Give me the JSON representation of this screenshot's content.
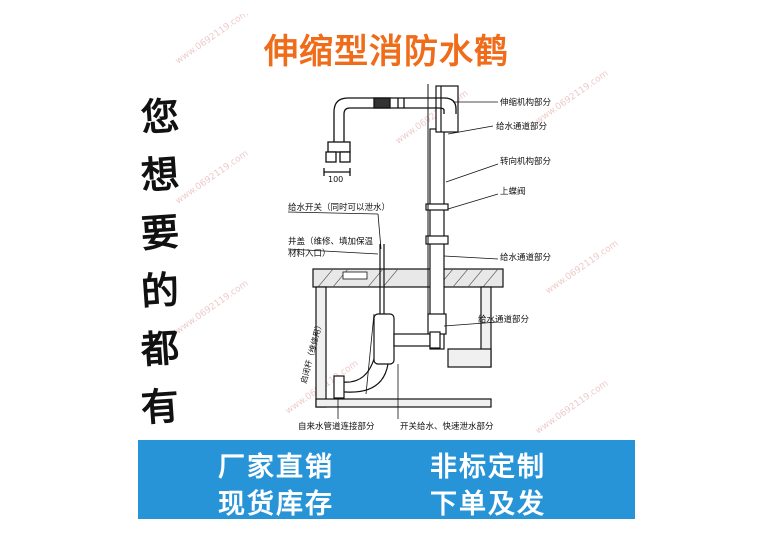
{
  "title": "伸缩型消防水鹤",
  "side_slogan": [
    "您",
    "想",
    "要",
    "的",
    "都",
    "有"
  ],
  "diagram": {
    "labels": {
      "telescopic": "伸缩机构部分",
      "water_supply_top": "给水通道部分",
      "rotation": "转向机构部分",
      "butterfly_valve": "上蝶阀",
      "water_supply_mid": "给水通道部分",
      "water_supply_low": "给水通道部分",
      "switch": "给水开关（同时可以泄水）",
      "manhole": "井盖（维修、填加保温",
      "manhole_2": "材料入口）",
      "rod": "启闭杆（维修用）",
      "city_pipe": "自来水管道连接部分",
      "drain": "开关给水、快速泄水部分",
      "dim_100": "100"
    },
    "watermark": "www.0692119.com"
  },
  "features": [
    "厂家直销",
    "非标定制",
    "现货库存",
    "下单及发"
  ],
  "colors": {
    "title": "#ef6c1a",
    "banner": "#2794d8",
    "banner_text": "#ffffff"
  }
}
